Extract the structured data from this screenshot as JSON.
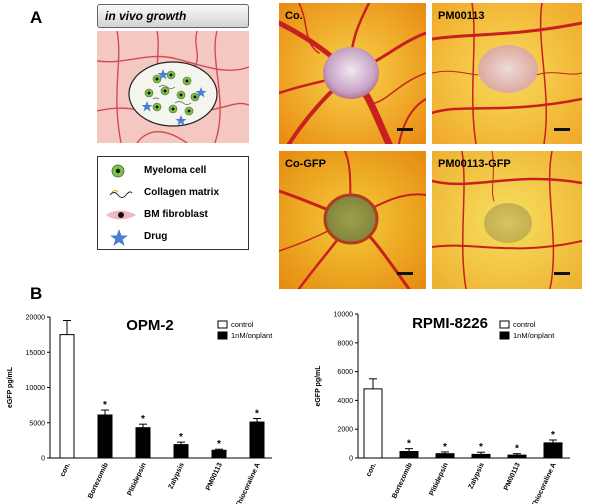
{
  "panel_a": {
    "letter": "A",
    "growth_label": "in vivo growth",
    "legend": [
      {
        "label": "Myeloma cell",
        "icon": "myeloma-cell-icon"
      },
      {
        "label": "Collagen matrix",
        "icon": "collagen-matrix-icon"
      },
      {
        "label": "BM fibroblast",
        "icon": "bm-fibroblast-icon"
      },
      {
        "label": "Drug",
        "icon": "drug-star-icon"
      }
    ],
    "photos": [
      {
        "label": "Co.",
        "type": "control"
      },
      {
        "label": "PM00113",
        "type": "treated"
      },
      {
        "label": "Co-GFP",
        "type": "control-gfp"
      },
      {
        "label": "PM00113-GFP",
        "type": "treated-gfp"
      }
    ],
    "colors": {
      "vessel": "#c8201e",
      "membrane": "#f2a31a",
      "membrane_light": "#f7d44a"
    }
  },
  "panel_b": {
    "letter": "B"
  },
  "chart_data": [
    {
      "type": "bar",
      "title": "OPM-2",
      "ylabel": "eGFP pg/mL",
      "xlabel": "",
      "ylim": [
        0,
        20000
      ],
      "yticks": [
        0,
        5000,
        10000,
        15000,
        20000
      ],
      "categories": [
        "con.",
        "Bortezomib",
        "Plitidepsin",
        "Zalypsis",
        "PM00113",
        "Thiocoraline A"
      ],
      "values": [
        17500,
        6100,
        4300,
        1900,
        1100,
        5100
      ],
      "errors": [
        2000,
        700,
        500,
        350,
        150,
        500
      ],
      "significant": [
        "",
        "*",
        "*",
        "*",
        "*",
        "*"
      ],
      "bar_fill": [
        "#ffffff",
        "#000000",
        "#000000",
        "#000000",
        "#000000",
        "#000000"
      ],
      "legend": [
        {
          "label": "control",
          "color": "#ffffff"
        },
        {
          "label": "1nM/onplant",
          "color": "#000000"
        }
      ],
      "legend_position": "top-right",
      "grid": false
    },
    {
      "type": "bar",
      "title": "RPMI-8226",
      "ylabel": "eGFP pg/mL",
      "xlabel": "",
      "ylim": [
        0,
        10000
      ],
      "yticks": [
        0,
        2000,
        4000,
        6000,
        8000,
        10000
      ],
      "categories": [
        "con.",
        "Bortezomib",
        "Plitidepsin",
        "Zalypsis",
        "PM00113",
        "Thiocoraline A"
      ],
      "values": [
        4800,
        450,
        300,
        250,
        200,
        1050
      ],
      "errors": [
        700,
        200,
        120,
        150,
        100,
        200
      ],
      "significant": [
        "",
        "*",
        "*",
        "*",
        "*",
        "*"
      ],
      "bar_fill": [
        "#ffffff",
        "#000000",
        "#000000",
        "#000000",
        "#000000",
        "#000000"
      ],
      "legend": [
        {
          "label": "control",
          "color": "#ffffff"
        },
        {
          "label": "1nM/onplant",
          "color": "#000000"
        }
      ],
      "legend_position": "top-right",
      "grid": false
    }
  ]
}
